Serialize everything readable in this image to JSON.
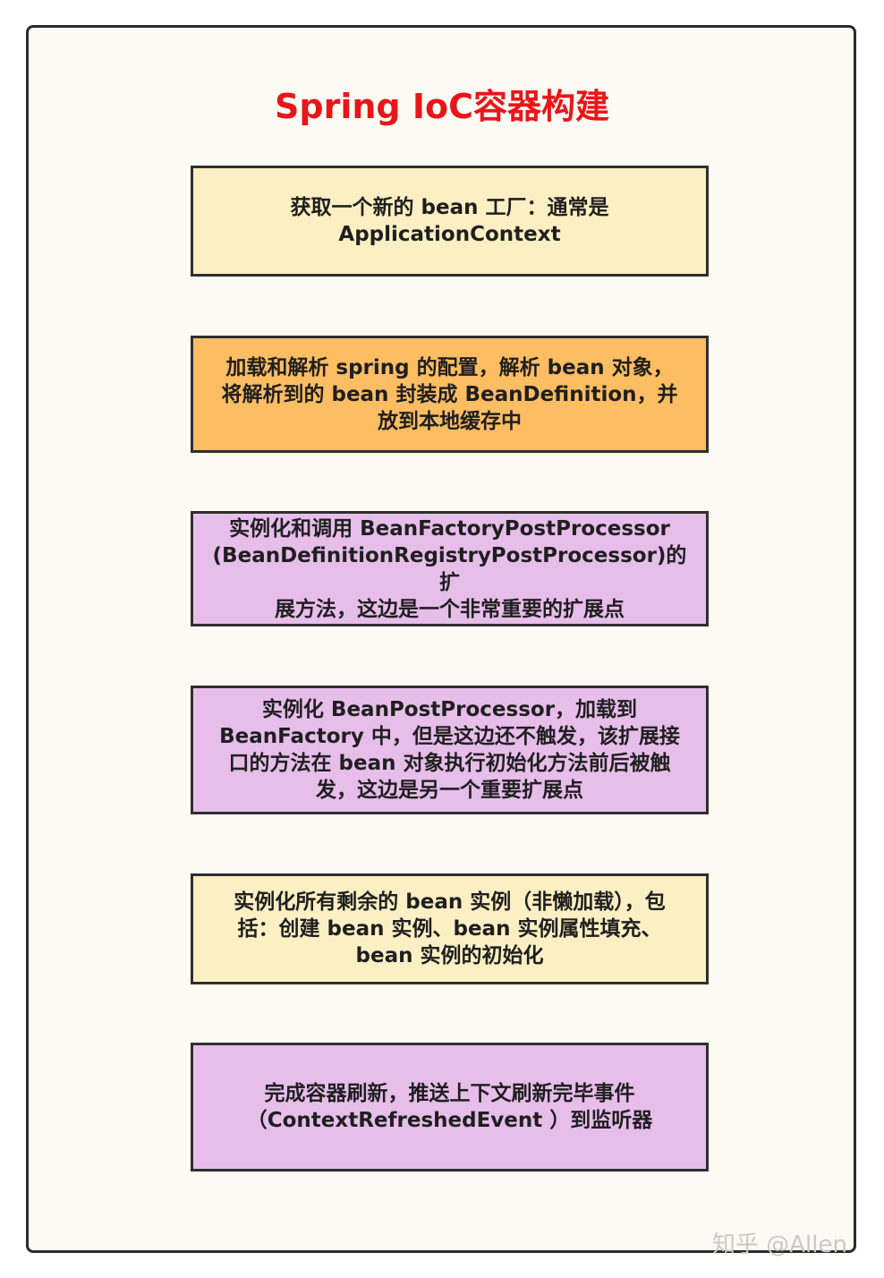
{
  "title": "Spring IoC容器构建",
  "steps": [
    {
      "text": "获取一个新的 bean 工厂：通常是\nApplicationContext",
      "color": "#fbefc3"
    },
    {
      "text": "加载和解析 spring 的配置，解析 bean 对象，\n将解析到的 bean 封装成 BeanDefinition，并\n放到本地缓存中",
      "color": "#fdbd63"
    },
    {
      "text": "实例化和调用 BeanFactoryPostProcessor\n(BeanDefinitionRegistryPostProcessor)的扩\n展方法，这边是一个非常重要的扩展点",
      "color": "#e7bdea"
    },
    {
      "text": "实例化 BeanPostProcessor，加载到\nBeanFactory 中，但是这边还不触发，该扩展接\n口的方法在 bean 对象执行初始化方法前后被触\n发，这边是另一个重要扩展点",
      "color": "#e7bdea"
    },
    {
      "text": "实例化所有剩余的 bean 实例（非懒加载），包\n括：创建 bean 实例、bean 实例属性填充、\nbean 实例的初始化",
      "color": "#fbefc3"
    },
    {
      "text": "完成容器刷新，推送上下文刷新完毕事件\n（ContextRefreshedEvent ）到监听器",
      "color": "#e7bdea"
    }
  ],
  "watermark": "知乎 @Allen",
  "colors": {
    "title": "#e8161a",
    "border": "#2f2f2f",
    "background": "#fbfaf3"
  }
}
